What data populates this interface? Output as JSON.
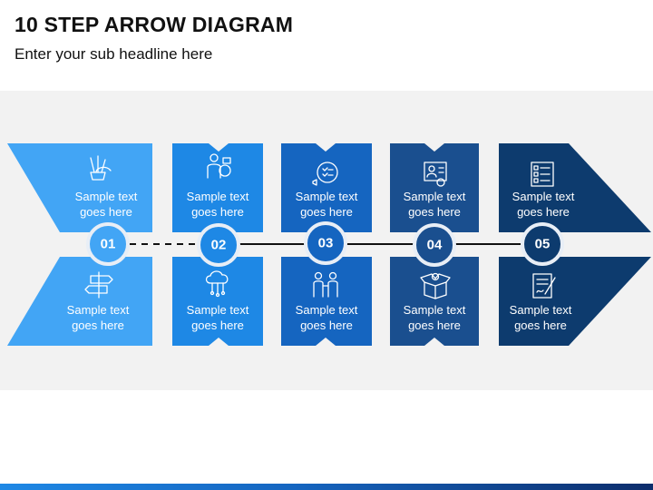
{
  "header": {
    "title": "10 STEP ARROW DIAGRAM",
    "subtitle": "Enter your sub headline here"
  },
  "colors": {
    "step1": "#42a5f5",
    "step2": "#1e88e5",
    "step3": "#1565c0",
    "step4": "#1a4f8f",
    "step5": "#0d3b6e",
    "connector": "#111111",
    "band": "#f2f2f2"
  },
  "steps": [
    {
      "number": "01",
      "top": {
        "line1": "Sample text",
        "line2": "goes here",
        "icon": "pencil-cup-icon"
      },
      "bottom": {
        "line1": "Sample text",
        "line2": "goes here",
        "icon": "signpost-icon"
      }
    },
    {
      "number": "02",
      "top": {
        "line1": "Sample text",
        "line2": "goes here",
        "icon": "person-money-icon"
      },
      "bottom": {
        "line1": "Sample text",
        "line2": "goes here",
        "icon": "cloud-network-icon"
      }
    },
    {
      "number": "03",
      "top": {
        "line1": "Sample text",
        "line2": "goes here",
        "icon": "megaphone-checklist-icon"
      },
      "bottom": {
        "line1": "Sample text",
        "line2": "goes here",
        "icon": "meeting-people-icon"
      }
    },
    {
      "number": "04",
      "top": {
        "line1": "Sample text",
        "line2": "goes here",
        "icon": "id-card-icon"
      },
      "bottom": {
        "line1": "Sample text",
        "line2": "goes here",
        "icon": "open-box-icon"
      }
    },
    {
      "number": "05",
      "top": {
        "line1": "Sample text",
        "line2": "goes here",
        "icon": "checklist-icon"
      },
      "bottom": {
        "line1": "Sample text",
        "line2": "goes here",
        "icon": "contract-sign-icon"
      }
    }
  ]
}
